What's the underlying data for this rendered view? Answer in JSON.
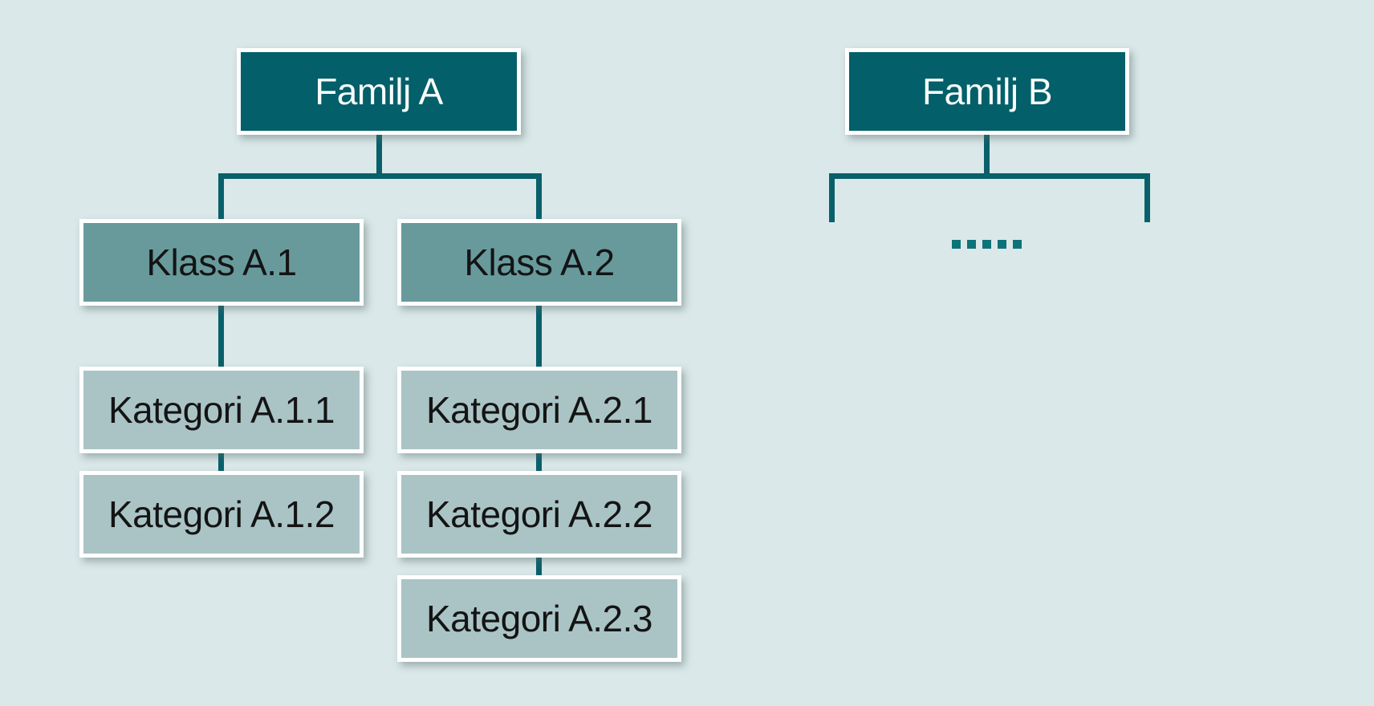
{
  "diagram": {
    "background_color": "#dae8e9",
    "colors": {
      "family-fill": "#035f69",
      "family-text": "#f7fbfb",
      "class-fill": "#689a9c",
      "category-fill": "#aac4c6",
      "node-text": "#141414",
      "connector": "#09606a",
      "dots": "#0e7279",
      "border": "#ffffff"
    },
    "families": [
      {
        "label": "Familj A",
        "classes": [
          {
            "label": "Klass A.1",
            "categories": [
              {
                "label": "Kategori A.1.1"
              },
              {
                "label": "Kategori A.1.2"
              }
            ]
          },
          {
            "label": "Klass A.2",
            "categories": [
              {
                "label": "Kategori A.2.1"
              },
              {
                "label": "Kategori A.2.2"
              },
              {
                "label": "Kategori A.2.3"
              }
            ]
          }
        ]
      },
      {
        "label": "Familj B",
        "placeholder": "....."
      }
    ]
  }
}
